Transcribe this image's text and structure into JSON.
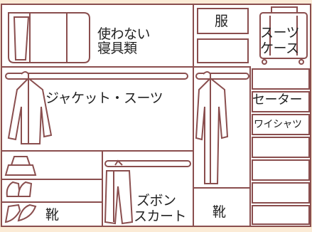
{
  "labels": {
    "unused_bedding_line1": "使わない",
    "unused_bedding_line2": "寝具類",
    "clothes": "服",
    "suitcase_line1": "スーツ",
    "suitcase_line2": "ケース",
    "jacket_suits": "ジャケット・スーツ",
    "sweater": "セーター",
    "dress_shirt": "ワイシャツ",
    "pants_line1": "ズボン",
    "pants_line2": "スカート",
    "shoes_left": "靴",
    "shoes_middle": "靴"
  },
  "colors": {
    "background": "#fbebd6",
    "line": "#8a4e4e",
    "fill": "#ffffff"
  }
}
